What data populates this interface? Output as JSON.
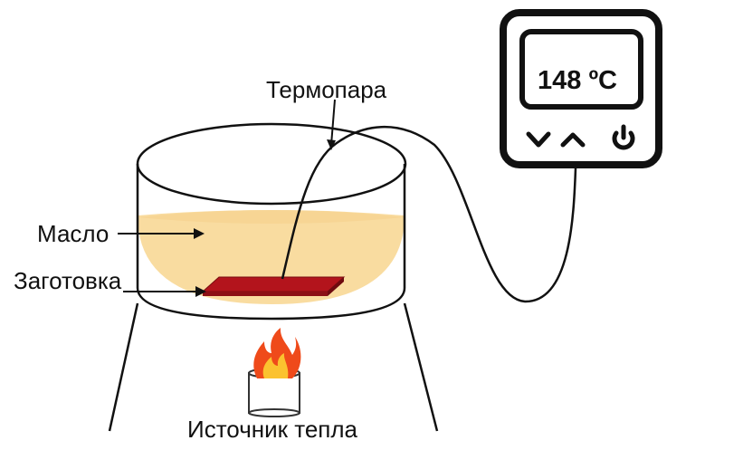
{
  "labels": {
    "thermocouple": "Термопара",
    "oil": "Масло",
    "workpiece": "Заготовка",
    "heat_source": "Источник тепла"
  },
  "thermometer": {
    "temperature_display": "148 ºC",
    "buttons": [
      "chevron-down-icon",
      "chevron-up-icon",
      "power-icon"
    ]
  },
  "colors": {
    "oil": "#f9dca0",
    "workpiece": "#b3141c",
    "flame_outer": "#ef4a1a",
    "flame_inner": "#fbc22f",
    "outline": "#111111"
  }
}
